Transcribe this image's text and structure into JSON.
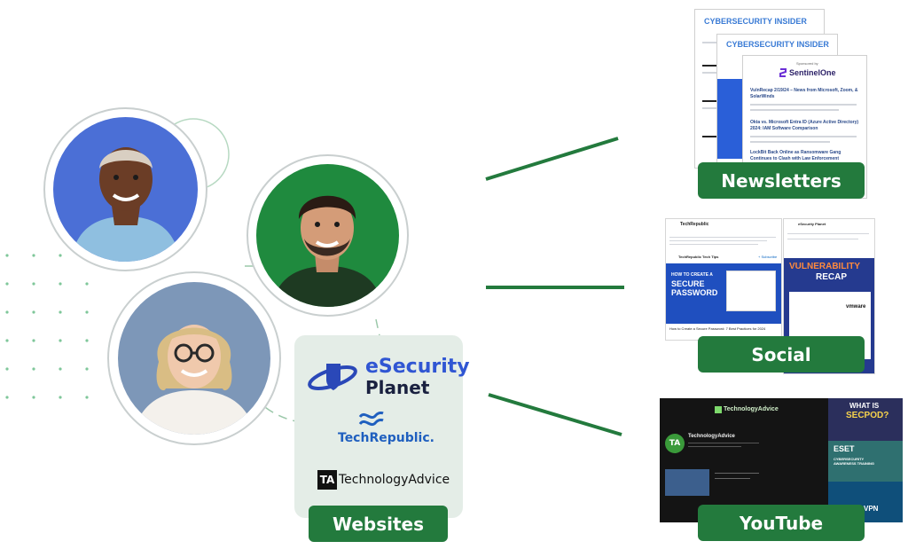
{
  "colors": {
    "green": "#237a3d",
    "card_bg": "#e4ede7",
    "ring": "#c9cfcf",
    "avatar1_bg": "#4b6fd6",
    "avatar2_bg": "#1f8a3e",
    "avatar3_bg": "#7d97b8",
    "esp_blue": "#2a48b8",
    "techrepublic_blue": "#1f5fbf"
  },
  "websites": {
    "label": "Websites",
    "logos": {
      "esecurity_line1": "eSecurity",
      "esecurity_line2": "Planet",
      "techrepublic": "TechRepublic.",
      "technologyadvice_mark": "TA",
      "technologyadvice": "TechnologyAdvice"
    }
  },
  "channels": {
    "newsletters": {
      "label": "Newsletters",
      "brand_1": "CYBERSECURITY INSIDER",
      "brand_2": "CYBERSECURITY INSIDER",
      "sponsor_caption": "Sponsored by",
      "sponsor": "SentinelOne",
      "headline_1": "VulnRecap 2/19/24 – News from Microsoft, Zoom, & SolarWinds",
      "headline_2": "Okta vs. Microsoft Entra ID (Azure Active Directory) 2024: IAM Software Comparison",
      "headline_3": "LockBit Back Online as Ransomware Gang Continues to Clash with Law Enforcement"
    },
    "social": {
      "label": "Social",
      "account": "TechRepublic",
      "newsletter_name": "TechRepublic Tech Tips",
      "subscribe": "+ Subscribe",
      "post_title_small": "HOW TO CREATE A",
      "post_title_big": "SECURE PASSWORD",
      "post_caption": "How to Create a Secure Password: 7 Best Practices for 2024",
      "recap_line1": "VULNERABILITY",
      "recap_line2": "RECAP",
      "recap_author": "eSecurity Planet",
      "vendor": "vmware"
    },
    "youtube": {
      "label": "YouTube",
      "channel_logo": "TechnologyAdvice",
      "channel_name": "TechnologyAdvice",
      "avatar_mark": "TA",
      "promo_1": "WHAT IS",
      "promo_2": "SECPOD?",
      "promo_3": "ESET",
      "promo_4": "CYBERSECURITY AWARENESS TRAINING",
      "promo_5": "VPN"
    }
  }
}
